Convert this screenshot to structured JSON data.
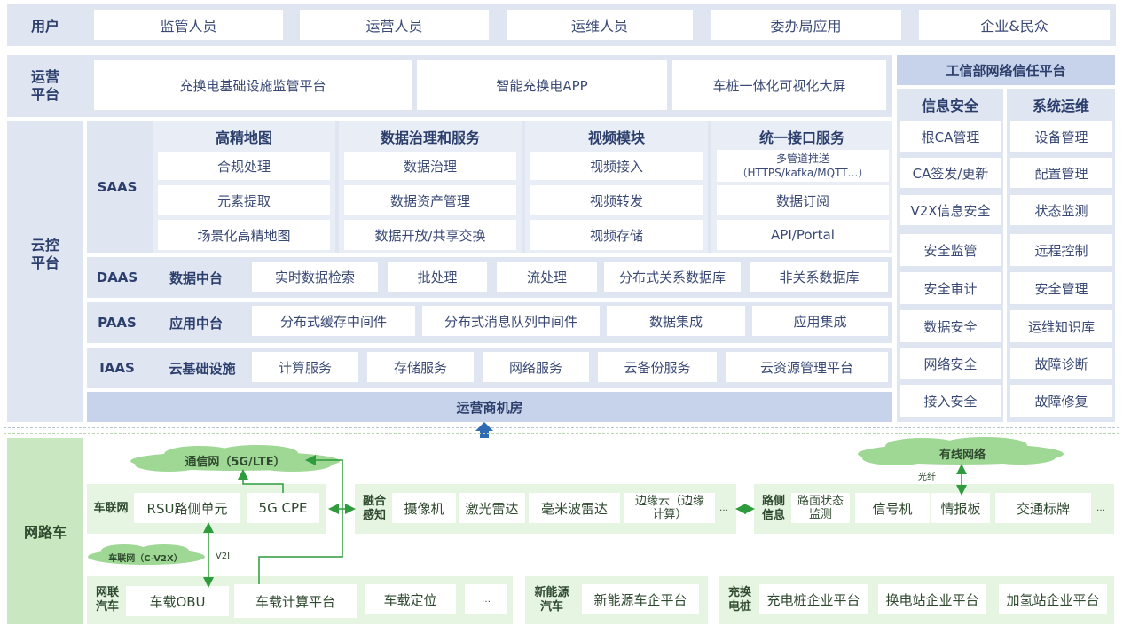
{
  "users": {
    "label": "用户",
    "items": [
      "监管人员",
      "运营人员",
      "运维人员",
      "委办局应用",
      "企业&民众"
    ]
  },
  "ops_platform": {
    "label": "运营\n平台",
    "items": [
      "充换电基础设施监管平台",
      "智能充换电APP",
      "车桩一体化可视化大屏"
    ]
  },
  "trust_platform": {
    "title": "工信部网络信任平台",
    "security_title": "信息安全",
    "ops_title": "系统运维",
    "security_items": [
      "根CA管理",
      "CA签发/更新",
      "V2X信息安全",
      "安全监管",
      "安全审计",
      "数据安全",
      "网络安全",
      "接入安全"
    ],
    "ops_items": [
      "设备管理",
      "配置管理",
      "状态监测",
      "远程控制",
      "安全管理",
      "运维知识库",
      "故障诊断",
      "故障修复"
    ]
  },
  "cloud_platform": {
    "label": "云控\n平台",
    "saas": {
      "label": "SAAS",
      "columns": [
        {
          "title": "高精地图",
          "items": [
            "合规处理",
            "元素提取",
            "场景化高精地图"
          ]
        },
        {
          "title": "数据治理和服务",
          "items": [
            "数据治理",
            "数据资产管理",
            "数据开放/共享交换"
          ]
        },
        {
          "title": "视频模块",
          "items": [
            "视频接入",
            "视频转发",
            "视频存储"
          ]
        },
        {
          "title": "统一接口服务",
          "items": [
            "多管道推送",
            "（HTTPS/kafka/MQTT…）",
            "数据订阅",
            "API/Portal"
          ]
        }
      ]
    },
    "daas": {
      "label": "DAAS",
      "sub": "数据中台",
      "items": [
        "实时数据检索",
        "批处理",
        "流处理",
        "分布式关系数据库",
        "非关系数据库"
      ]
    },
    "paas": {
      "label": "PAAS",
      "sub": "应用中台",
      "items": [
        "分布式缓存中间件",
        "分布式消息队列中间件",
        "数据集成",
        "应用集成"
      ]
    },
    "iaas": {
      "label": "IAAS",
      "sub": "云基础设施",
      "items": [
        "计算服务",
        "存储服务",
        "网络服务",
        "云备份服务",
        "云资源管理平台"
      ]
    },
    "datacenter": "运营商机房"
  },
  "network_vehicle": {
    "label": "网路车",
    "cloud_comm": "通信网（5G/LTE）",
    "cloud_wired": "有线网络",
    "cloud_v2x": "车联网（C-V2X）",
    "fiber": "光纤",
    "v2i": "V2I",
    "connected_vehicle_net": {
      "label": "车联网",
      "items": [
        "RSU路侧单元",
        "5G  CPE"
      ]
    },
    "fusion": {
      "label": "融合\n感知",
      "items": [
        "摄像机",
        "激光雷达",
        "毫米波雷达",
        "边缘云（边缘计算）"
      ],
      "more": "…"
    },
    "roadside": {
      "label": "路侧\n信息",
      "items": [
        "路面状态监测",
        "信号机",
        "情报板",
        "交通标牌"
      ],
      "more": "…"
    },
    "connected_car": {
      "label": "网联\n汽车",
      "items": [
        "车载OBU",
        "车载计算平台",
        "车载定位",
        "…"
      ]
    },
    "nev": {
      "label": "新能源\n汽车",
      "items": [
        "新能源车企平台"
      ]
    },
    "charging": {
      "label": "充换\n电桩",
      "items": [
        "充电桩企业平台",
        "换电站企业平台",
        "加氢站企业平台"
      ]
    }
  },
  "colors": {
    "blue_band": "#dfe6f2",
    "blue_dark": "#c6d3ea",
    "green_band": "#e6f4e2",
    "green_dark": "#c9e8c1",
    "arrow_blue": "#2f6bb5",
    "arrow_green": "#2e9b3c"
  }
}
